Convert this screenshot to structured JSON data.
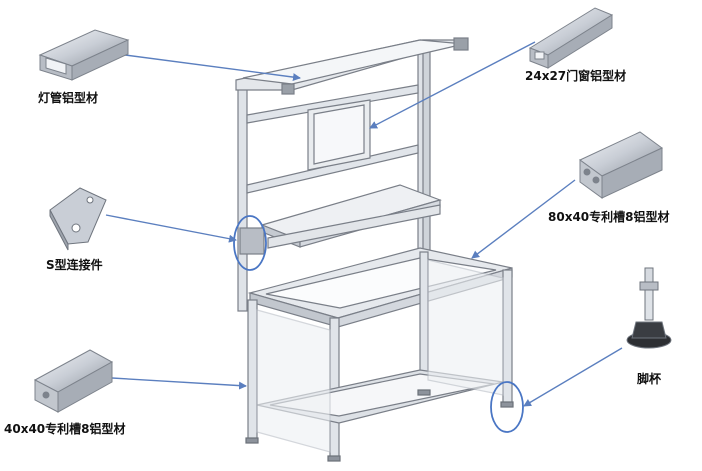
{
  "labels": {
    "lamp_profile": "灯管铝型材",
    "window_profile": "24x27门窗铝型材",
    "profile_80x40": "80x40专利槽8铝型材",
    "s_connector": "S型连接件",
    "profile_40x40": "40x40专利槽8铝型材",
    "foot_cup": "脚杯"
  },
  "colors": {
    "arrow": "#5b7fbf",
    "highlight": "#4a76c4",
    "frame": "#7a7f88",
    "frame_light": "#d4d8de",
    "glass": "#e9ecef"
  }
}
